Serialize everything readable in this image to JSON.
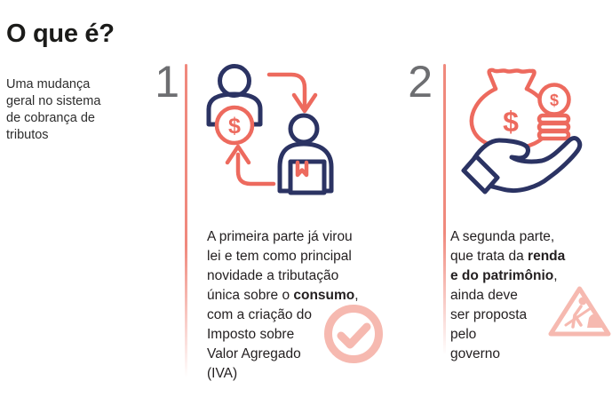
{
  "title": "O que é?",
  "intro": "Uma mudança\ngeral no sistema\nde cobrança de\ntributos",
  "currency_symbol": "$",
  "sections": [
    {
      "number": "1",
      "icon_name": "people-money-transfer-icon",
      "text_before": "A primeira parte já virou\nlei e tem como principal\nnovidade a tributação\núnica sobre o ",
      "text_bold": "consumo",
      "text_after": ",\ncom a criação do\nImposto sobre\nValor Agregado\n(IVA)",
      "status_icon": "check-circle-icon"
    },
    {
      "number": "2",
      "icon_name": "hand-money-bag-icon",
      "text_before": "A segunda parte,\nque trata da ",
      "text_bold": "renda\ne do patrimônio",
      "text_after": ",\nainda deve\nser proposta\npelo\ngoverno",
      "status_icon": "construction-sign-icon"
    }
  ],
  "colors": {
    "navy": "#2b3363",
    "coral": "#ed6a5e",
    "light_coral": "#f6b9b0",
    "divider": "#f0897d",
    "number_gray": "#6d6e71",
    "text_dark": "#231f20"
  }
}
